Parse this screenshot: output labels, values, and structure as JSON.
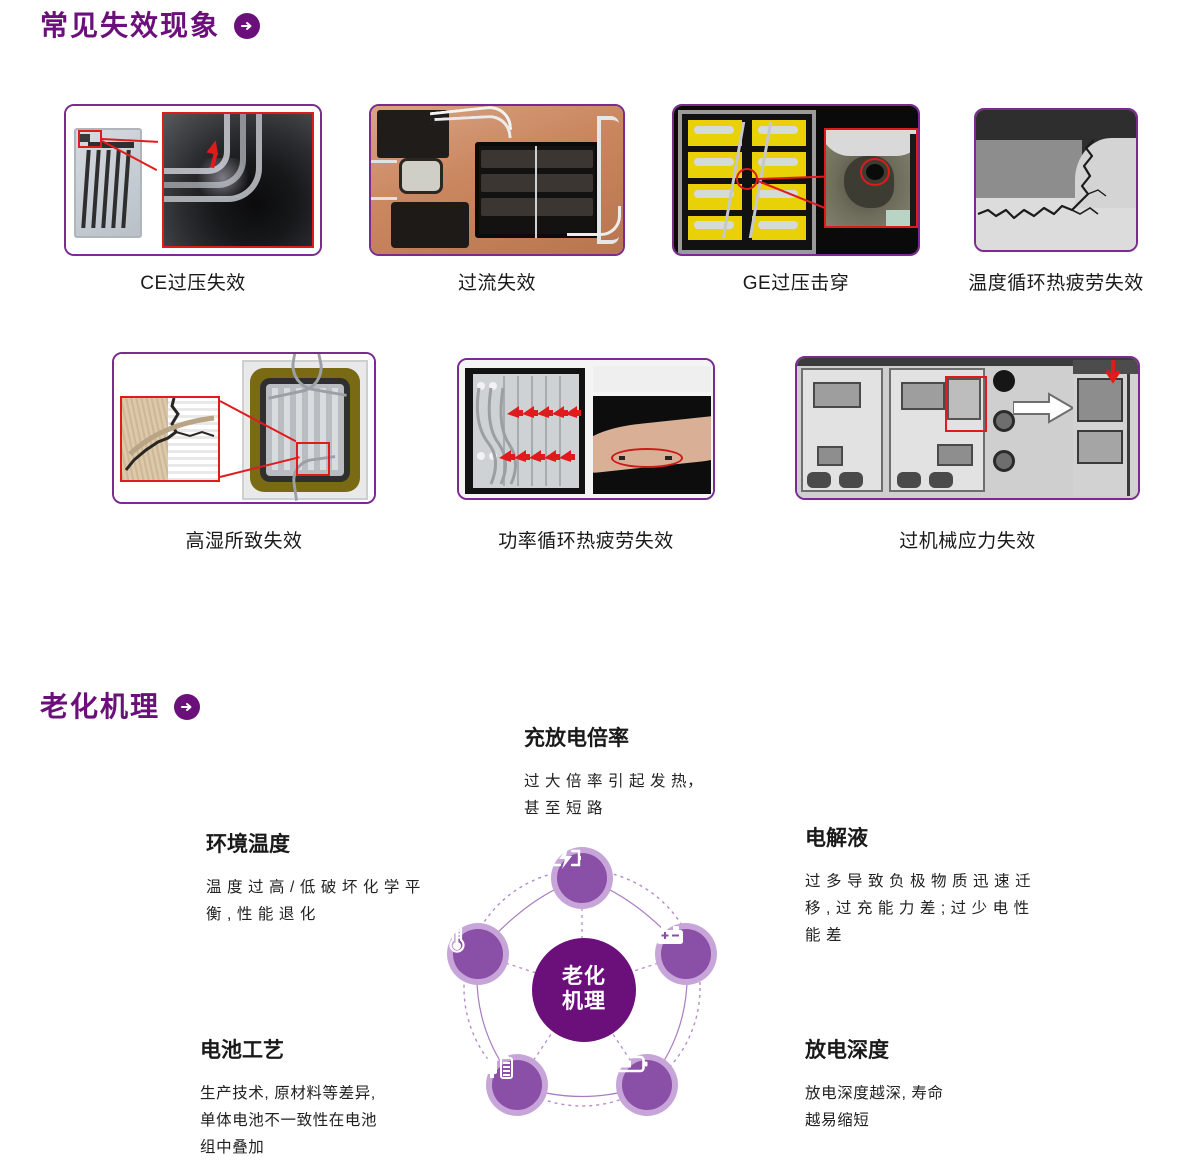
{
  "sections": [
    {
      "id": "failure",
      "title": "常见失效现象",
      "arrow_icon": "arrow-right-icon"
    },
    {
      "id": "aging",
      "title": "老化机理",
      "arrow_icon": "arrow-right-icon"
    }
  ],
  "failure_cards": [
    {
      "caption": "CE过压失效",
      "image": "ce-overvoltage-failure-photo"
    },
    {
      "caption": "过流失效",
      "image": "overcurrent-failure-photo"
    },
    {
      "caption": "GE过压击穿",
      "image": "ge-overvoltage-breakdown-photo"
    },
    {
      "caption": "温度循环热疲劳失效",
      "image": "thermal-cycling-fatigue-photo"
    },
    {
      "caption": "高湿所致失效",
      "image": "high-humidity-failure-photo"
    },
    {
      "caption": "功率循环热疲劳失效",
      "image": "power-cycling-fatigue-photo"
    },
    {
      "caption": "过机械应力失效",
      "image": "mechanical-stress-failure-photo"
    }
  ],
  "aging": {
    "center_line1": "老化",
    "center_line2": "机理",
    "factors": [
      {
        "title": "充放电倍率",
        "desc": "过大倍率引起发热，甚至短路",
        "icon": "battery-bolt-icon"
      },
      {
        "title": "环境温度",
        "desc": "温度过高/低破坏化学平衡,性能退化",
        "icon": "thermometer-icon"
      },
      {
        "title": "电解液",
        "desc": "过多导致负极物质迅速迁移,过充能力差;过少电性能差",
        "icon": "car-battery-icon"
      },
      {
        "title": "电池工艺",
        "desc": "生产技术,原材料等差异,单体电池不一致性在电池组中叠加",
        "icon": "battery-cells-icon"
      },
      {
        "title": "放电深度",
        "desc": "放电深度越深,寿命越易缩短",
        "icon": "battery-half-icon"
      }
    ],
    "desc_lines": {
      "rate": [
        "过 大 倍 率 引 起 发 热，",
        "甚 至 短 路"
      ],
      "temperature": [
        "温 度 过 高 / 低 破 坏 化 学 平",
        "衡 , 性 能 退 化"
      ],
      "electrolyte": [
        "过 多 导 致 负 极 物 质 迅 速 迁",
        "移 , 过 充 能 力 差 ; 过 少 电 性",
        "能 差"
      ],
      "process": [
        "生产技术, 原材料等差异,",
        "单体电池不一致性在电池",
        "组中叠加"
      ],
      "dod": [
        "放电深度越深, 寿命",
        "越易缩短"
      ]
    }
  },
  "colors": {
    "brand_purple": "#6B0F7A",
    "card_border": "#7B2A8F",
    "node_ring": "#C7A5D9",
    "node_fill": "#8A4FA6",
    "accent_red": "#e01b1b",
    "text": "#1a1a1a"
  }
}
